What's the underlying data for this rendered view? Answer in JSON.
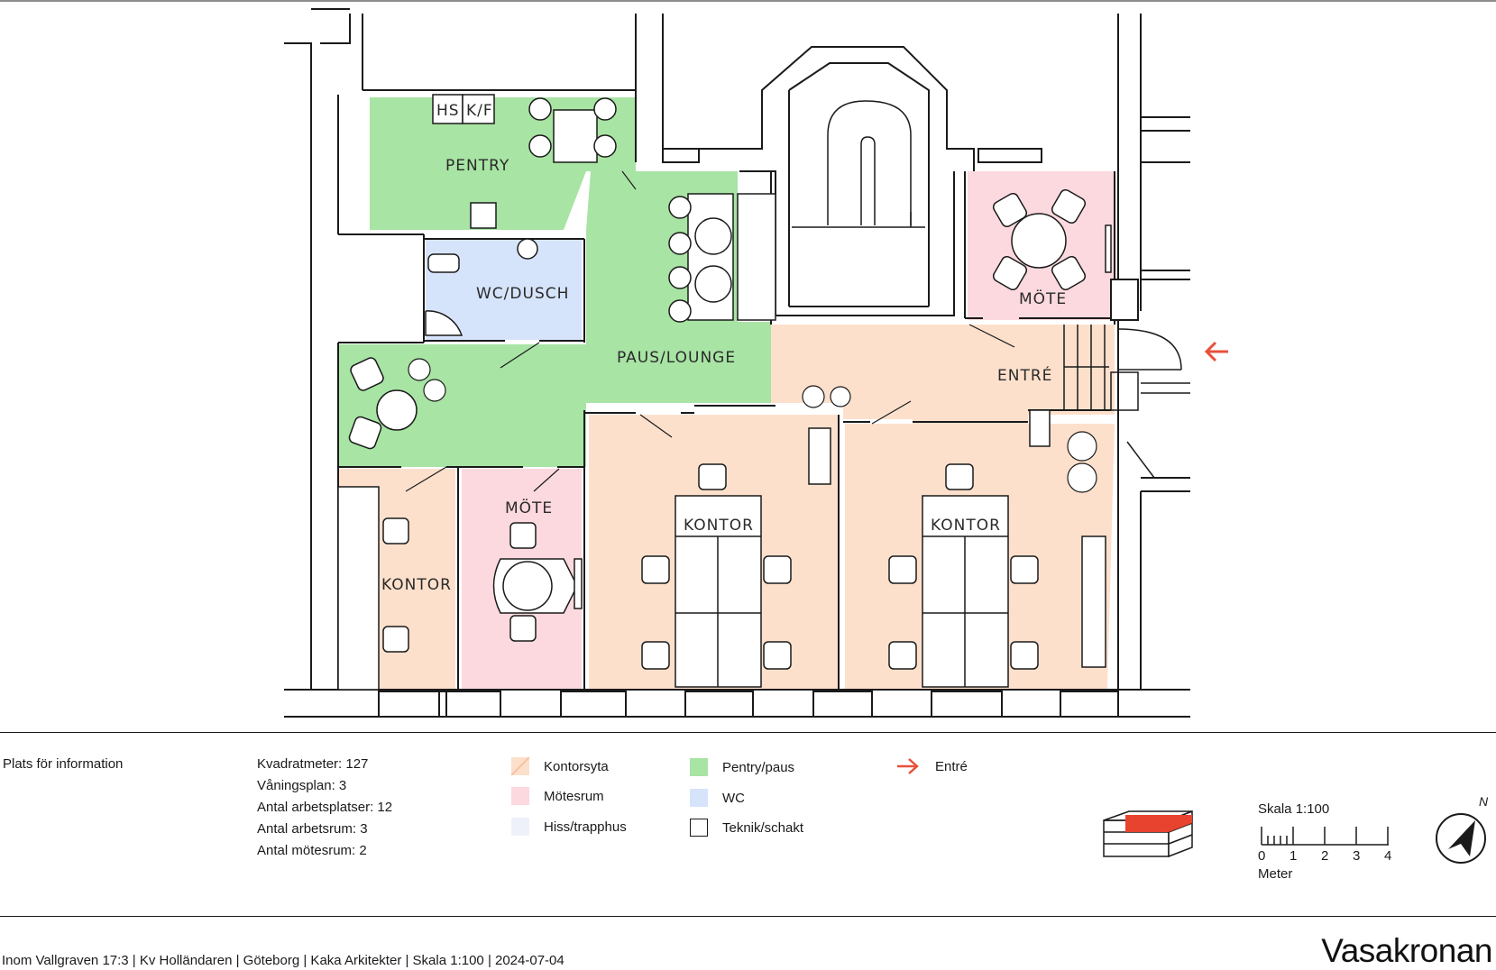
{
  "rooms": {
    "pentry": "PENTRY",
    "hs": "HS",
    "kf": "K/F",
    "wc": "WC/DUSCH",
    "lounge": "PAUS/LOUNGE",
    "mote_top": "MÖTE",
    "entre": "ENTRÉ",
    "kontor_left": "KONTOR",
    "mote_small": "MÖTE",
    "kontor_mid": "KONTOR",
    "kontor_right": "KONTOR"
  },
  "info": {
    "placeholder": "Plats för information",
    "lines": [
      "Kvadratmeter: 127",
      "Våningsplan: 3",
      "Antal arbetsplatser: 12",
      "Antal arbetsrum: 3",
      "Antal mötesrum: 2"
    ]
  },
  "legend": {
    "kontorsyta": "Kontorsyta",
    "motesrum": "Mötesrum",
    "hiss": "Hiss/trapphus",
    "pentry": "Pentry/paus",
    "wc": "WC",
    "teknik": "Teknik/schakt",
    "entre": "Entré"
  },
  "colors": {
    "kontorsyta": "#fde0cc",
    "motesrum": "#fbd9de",
    "hiss": "#eef1fa",
    "pentry": "#a8e4a4",
    "wc": "#d6e4fb",
    "teknik": "#ffffff",
    "entre_arrow": "#e8503a",
    "floor_highlight": "#e8432f"
  },
  "scale": {
    "title": "Skala 1:100",
    "ticks": [
      "0",
      "1",
      "2",
      "3",
      "4"
    ],
    "unit": "Meter"
  },
  "compass": {
    "north": "N"
  },
  "footer": {
    "address": "Inom Vallgraven 17:3 |  Kv Holländaren |  Göteborg  |  Kaka Arkitekter  |  Skala 1:100  |  2024-07-04",
    "brand": "Vasakronan"
  }
}
